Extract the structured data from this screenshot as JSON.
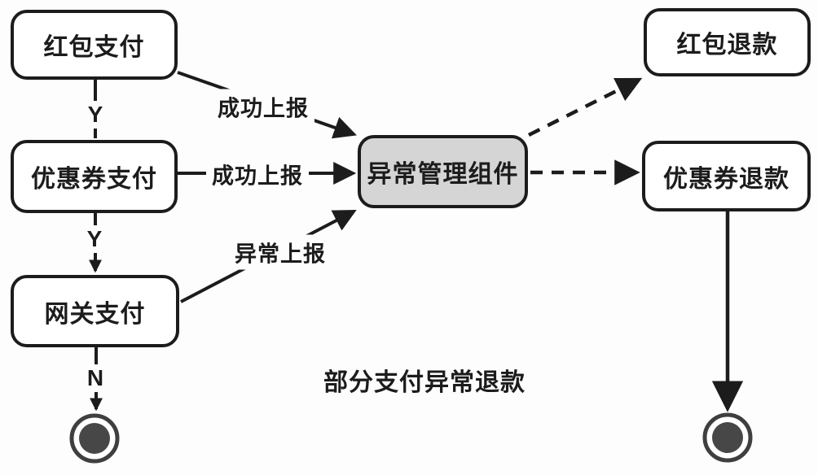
{
  "diagram": {
    "caption": "部分支付异常退款",
    "nodes": {
      "hongbao_pay": "红包支付",
      "coupon_pay": "优惠券支付",
      "gateway_pay": "网关支付",
      "exception_mgr": "异常管理组件",
      "hongbao_refund": "红包退款",
      "coupon_refund": "优惠券退款"
    },
    "edges": {
      "hongbao_to_exception": "成功上报",
      "coupon_to_exception": "成功上报",
      "gateway_to_exception": "异常上报",
      "hongbao_branch": "Y",
      "coupon_branch": "Y",
      "gateway_branch": "N"
    },
    "colors": {
      "background": "#fdfdfd",
      "node_fill": "#ffffff",
      "component_fill": "#d5d5d5",
      "stroke": "#1c1c1c",
      "end_state": "#474747"
    }
  }
}
